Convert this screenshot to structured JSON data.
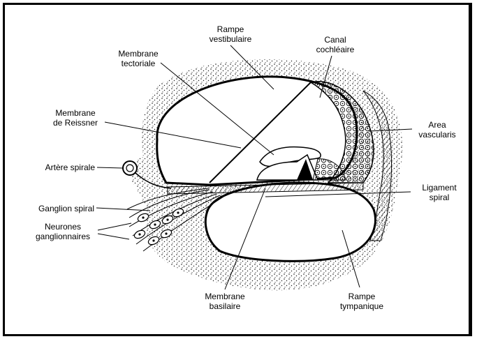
{
  "diagram": {
    "labels": {
      "rampe_vestibulaire": [
        "Rampe",
        "vestibulaire"
      ],
      "canal_cochleaire": [
        "Canal",
        "cochléaire"
      ],
      "membrane_tectoriale": [
        "Membrane",
        "tectoriale"
      ],
      "membrane_reissner": [
        "Membrane",
        "de Reissner"
      ],
      "area_vascularis": [
        "Area",
        "vascularis"
      ],
      "artere_spirale": "Artère spirale",
      "ligament_spiral": [
        "Ligament",
        "spiral"
      ],
      "ganglion_spiral": "Ganglion spiral",
      "neurones_ganglionnaires": [
        "Neurones",
        "ganglionnaires"
      ],
      "membrane_basilaire": [
        "Membrane",
        "basilaire"
      ],
      "rampe_tympanique": [
        "Rampe",
        "tympanique"
      ]
    },
    "colors": {
      "ink": "#000000",
      "background": "#ffffff",
      "stipple": "#1a1a1a"
    }
  }
}
